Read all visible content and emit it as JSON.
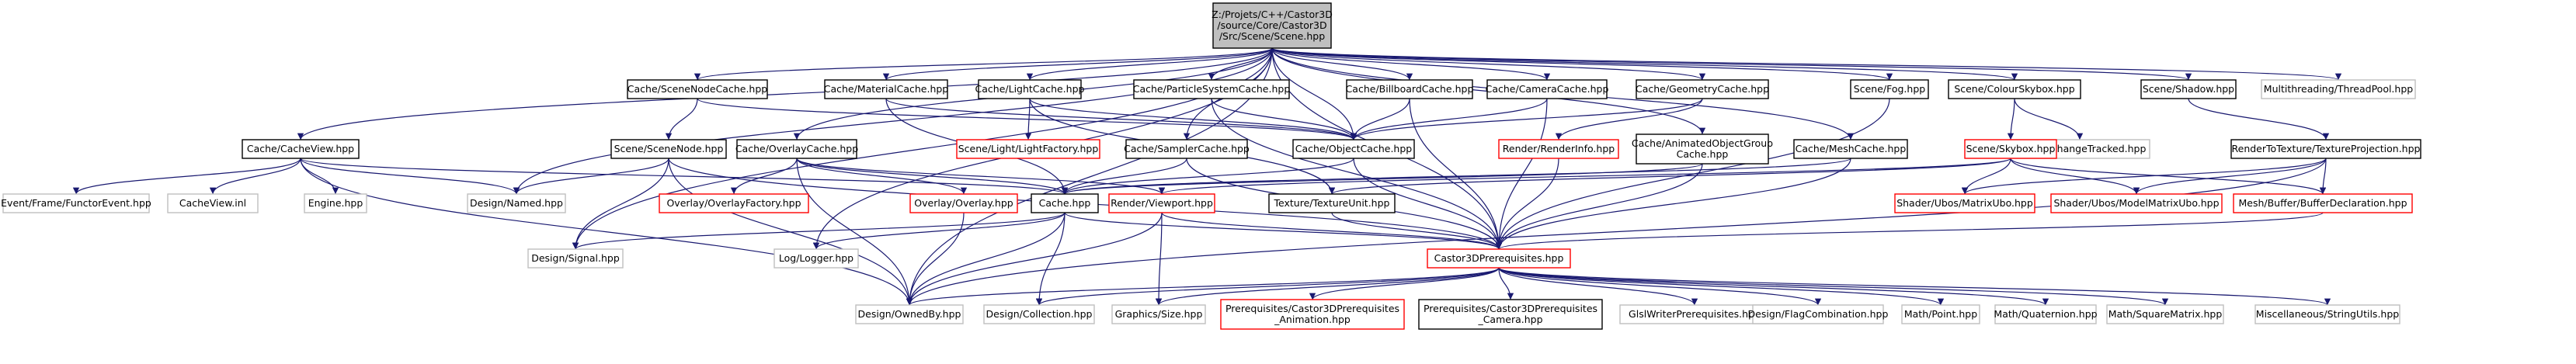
{
  "graph": {
    "nodes": [
      {
        "id": "root",
        "lines": [
          "Z:/Projets/C++/Castor3D",
          "/source/Core/Castor3D",
          "/Src/Scene/Scene.hpp"
        ],
        "style": "root"
      },
      {
        "id": "scenenodecache",
        "lines": [
          "Cache/SceneNodeCache.hpp"
        ],
        "style": "doc"
      },
      {
        "id": "materialcache",
        "lines": [
          "Cache/MaterialCache.hpp"
        ],
        "style": "doc"
      },
      {
        "id": "lightcache",
        "lines": [
          "Cache/LightCache.hpp"
        ],
        "style": "doc"
      },
      {
        "id": "particlecache",
        "lines": [
          "Cache/ParticleSystemCache.hpp"
        ],
        "style": "doc"
      },
      {
        "id": "billboardcache",
        "lines": [
          "Cache/BillboardCache.hpp"
        ],
        "style": "doc"
      },
      {
        "id": "cameracache",
        "lines": [
          "Cache/CameraCache.hpp"
        ],
        "style": "doc"
      },
      {
        "id": "geometrycache",
        "lines": [
          "Cache/GeometryCache.hpp"
        ],
        "style": "doc"
      },
      {
        "id": "fog",
        "lines": [
          "Scene/Fog.hpp"
        ],
        "style": "doc"
      },
      {
        "id": "colourskybox",
        "lines": [
          "Scene/ColourSkybox.hpp"
        ],
        "style": "doc"
      },
      {
        "id": "shadow",
        "lines": [
          "Scene/Shadow.hpp"
        ],
        "style": "doc"
      },
      {
        "id": "threadpool",
        "lines": [
          "Multithreading/ThreadPool.hpp"
        ],
        "style": "ext"
      },
      {
        "id": "cacheview",
        "lines": [
          "Cache/CacheView.hpp"
        ],
        "style": "doc"
      },
      {
        "id": "scenenode",
        "lines": [
          "Scene/SceneNode.hpp"
        ],
        "style": "doc"
      },
      {
        "id": "overlaycache",
        "lines": [
          "Cache/OverlayCache.hpp"
        ],
        "style": "doc"
      },
      {
        "id": "lightfactory",
        "lines": [
          "Scene/Light/LightFactory.hpp"
        ],
        "style": "missing"
      },
      {
        "id": "samplercache",
        "lines": [
          "Cache/SamplerCache.hpp"
        ],
        "style": "doc"
      },
      {
        "id": "objectcache",
        "lines": [
          "Cache/ObjectCache.hpp"
        ],
        "style": "doc"
      },
      {
        "id": "renderinfo",
        "lines": [
          "Render/RenderInfo.hpp"
        ],
        "style": "missing"
      },
      {
        "id": "animobjgroup",
        "lines": [
          "Cache/AnimatedObjectGroup",
          "Cache.hpp"
        ],
        "style": "doc"
      },
      {
        "id": "meshcache",
        "lines": [
          "Cache/MeshCache.hpp"
        ],
        "style": "doc"
      },
      {
        "id": "changetracked",
        "lines": [
          "Design/ChangeTracked.hpp"
        ],
        "style": "ext"
      },
      {
        "id": "skybox",
        "lines": [
          "Scene/Skybox.hpp"
        ],
        "style": "missing"
      },
      {
        "id": "rtt",
        "lines": [
          "RenderToTexture/TextureProjection.hpp"
        ],
        "style": "doc"
      },
      {
        "id": "functorevent",
        "lines": [
          "Event/Frame/FunctorEvent.hpp"
        ],
        "style": "ext"
      },
      {
        "id": "cacheviewinl",
        "lines": [
          "CacheView.inl"
        ],
        "style": "ext"
      },
      {
        "id": "engine",
        "lines": [
          "Engine.hpp"
        ],
        "style": "ext"
      },
      {
        "id": "named",
        "lines": [
          "Design/Named.hpp"
        ],
        "style": "ext"
      },
      {
        "id": "overlayfactory",
        "lines": [
          "Overlay/OverlayFactory.hpp"
        ],
        "style": "missing"
      },
      {
        "id": "overlay",
        "lines": [
          "Overlay/Overlay.hpp"
        ],
        "style": "missing"
      },
      {
        "id": "cache",
        "lines": [
          "Cache.hpp"
        ],
        "style": "doc"
      },
      {
        "id": "viewport",
        "lines": [
          "Render/Viewport.hpp"
        ],
        "style": "missing"
      },
      {
        "id": "textureunit",
        "lines": [
          "Texture/TextureUnit.hpp"
        ],
        "style": "doc"
      },
      {
        "id": "matrixubo",
        "lines": [
          "Shader/Ubos/MatrixUbo.hpp"
        ],
        "style": "missing"
      },
      {
        "id": "modelmatrixubo",
        "lines": [
          "Shader/Ubos/ModelMatrixUbo.hpp"
        ],
        "style": "missing"
      },
      {
        "id": "bufferdecl",
        "lines": [
          "Mesh/Buffer/BufferDeclaration.hpp"
        ],
        "style": "missing"
      },
      {
        "id": "signal",
        "lines": [
          "Design/Signal.hpp"
        ],
        "style": "ext"
      },
      {
        "id": "logger",
        "lines": [
          "Log/Logger.hpp"
        ],
        "style": "ext"
      },
      {
        "id": "prereq",
        "lines": [
          "Castor3DPrerequisites.hpp"
        ],
        "style": "missing"
      },
      {
        "id": "ownedby",
        "lines": [
          "Design/OwnedBy.hpp"
        ],
        "style": "ext"
      },
      {
        "id": "collection",
        "lines": [
          "Design/Collection.hpp"
        ],
        "style": "ext"
      },
      {
        "id": "size",
        "lines": [
          "Graphics/Size.hpp"
        ],
        "style": "ext"
      },
      {
        "id": "prereqanim",
        "lines": [
          "Prerequisites/Castor3DPrerequisites",
          "_Animation.hpp"
        ],
        "style": "missing"
      },
      {
        "id": "prereqcam",
        "lines": [
          "Prerequisites/Castor3DPrerequisites",
          "_Camera.hpp"
        ],
        "style": "doc"
      },
      {
        "id": "glslwriter",
        "lines": [
          "GlslWriterPrerequisites.hpp"
        ],
        "style": "ext"
      },
      {
        "id": "flagcombo",
        "lines": [
          "Design/FlagCombination.hpp"
        ],
        "style": "ext"
      },
      {
        "id": "point",
        "lines": [
          "Math/Point.hpp"
        ],
        "style": "ext"
      },
      {
        "id": "quaternion",
        "lines": [
          "Math/Quaternion.hpp"
        ],
        "style": "ext"
      },
      {
        "id": "squarematrix",
        "lines": [
          "Math/SquareMatrix.hpp"
        ],
        "style": "ext"
      },
      {
        "id": "stringutils",
        "lines": [
          "Miscellaneous/StringUtils.hpp"
        ],
        "style": "ext"
      }
    ],
    "edges": [
      [
        "root",
        "scenenodecache"
      ],
      [
        "root",
        "materialcache"
      ],
      [
        "root",
        "lightcache"
      ],
      [
        "root",
        "particlecache"
      ],
      [
        "root",
        "billboardcache"
      ],
      [
        "root",
        "cameracache"
      ],
      [
        "root",
        "geometrycache"
      ],
      [
        "root",
        "fog"
      ],
      [
        "root",
        "colourskybox"
      ],
      [
        "root",
        "shadow"
      ],
      [
        "root",
        "threadpool"
      ],
      [
        "root",
        "cacheview"
      ],
      [
        "root",
        "overlaycache"
      ],
      [
        "root",
        "samplercache"
      ],
      [
        "root",
        "objectcache"
      ],
      [
        "root",
        "animobjgroup"
      ],
      [
        "root",
        "meshcache"
      ],
      [
        "root",
        "named"
      ],
      [
        "root",
        "signal"
      ],
      [
        "root",
        "logger"
      ],
      [
        "root",
        "ownedby"
      ],
      [
        "root",
        "prereq"
      ],
      [
        "scenenodecache",
        "scenenode"
      ],
      [
        "scenenodecache",
        "objectcache"
      ],
      [
        "materialcache",
        "cache"
      ],
      [
        "materialcache",
        "objectcache"
      ],
      [
        "lightcache",
        "lightfactory"
      ],
      [
        "lightcache",
        "objectcache"
      ],
      [
        "lightcache",
        "textureunit"
      ],
      [
        "particlecache",
        "objectcache"
      ],
      [
        "particlecache",
        "prereq"
      ],
      [
        "billboardcache",
        "objectcache"
      ],
      [
        "billboardcache",
        "prereq"
      ],
      [
        "cameracache",
        "objectcache"
      ],
      [
        "cameracache",
        "prereq"
      ],
      [
        "geometrycache",
        "objectcache"
      ],
      [
        "geometrycache",
        "renderinfo"
      ],
      [
        "fog",
        "prereq"
      ],
      [
        "colourskybox",
        "skybox"
      ],
      [
        "colourskybox",
        "changetracked"
      ],
      [
        "shadow",
        "rtt"
      ],
      [
        "cacheview",
        "functorevent"
      ],
      [
        "cacheview",
        "cacheviewinl"
      ],
      [
        "cacheview",
        "engine"
      ],
      [
        "cacheview",
        "named"
      ],
      [
        "cacheview",
        "cache"
      ],
      [
        "cacheview",
        "ownedby"
      ],
      [
        "scenenode",
        "named"
      ],
      [
        "scenenode",
        "signal"
      ],
      [
        "scenenode",
        "ownedby"
      ],
      [
        "scenenode",
        "prereq"
      ],
      [
        "overlaycache",
        "overlayfactory"
      ],
      [
        "overlaycache",
        "overlay"
      ],
      [
        "overlaycache",
        "cache"
      ],
      [
        "overlaycache",
        "viewport"
      ],
      [
        "overlaycache",
        "ownedby"
      ],
      [
        "samplercache",
        "cache"
      ],
      [
        "samplercache",
        "prereq"
      ],
      [
        "objectcache",
        "cache"
      ],
      [
        "objectcache",
        "prereq"
      ],
      [
        "renderinfo",
        "prereq"
      ],
      [
        "animobjgroup",
        "cache"
      ],
      [
        "animobjgroup",
        "prereq"
      ],
      [
        "meshcache",
        "cache"
      ],
      [
        "meshcache",
        "prereq"
      ],
      [
        "skybox",
        "matrixubo"
      ],
      [
        "skybox",
        "modelmatrixubo"
      ],
      [
        "skybox",
        "bufferdecl"
      ],
      [
        "skybox",
        "viewport"
      ],
      [
        "skybox",
        "textureunit"
      ],
      [
        "rtt",
        "matrixubo"
      ],
      [
        "rtt",
        "modelmatrixubo"
      ],
      [
        "rtt",
        "bufferdecl"
      ],
      [
        "rtt",
        "ownedby"
      ],
      [
        "overlay",
        "ownedby"
      ],
      [
        "cache",
        "signal"
      ],
      [
        "cache",
        "logger"
      ],
      [
        "cache",
        "ownedby"
      ],
      [
        "cache",
        "collection"
      ],
      [
        "cache",
        "prereq"
      ],
      [
        "viewport",
        "size"
      ],
      [
        "viewport",
        "prereq"
      ],
      [
        "viewport",
        "ownedby"
      ],
      [
        "textureunit",
        "prereq"
      ],
      [
        "bufferdecl",
        "prereq"
      ],
      [
        "prereq",
        "ownedby"
      ],
      [
        "prereq",
        "collection"
      ],
      [
        "prereq",
        "size"
      ],
      [
        "prereq",
        "prereqanim"
      ],
      [
        "prereq",
        "prereqcam"
      ],
      [
        "prereq",
        "glslwriter"
      ],
      [
        "prereq",
        "flagcombo"
      ],
      [
        "prereq",
        "point"
      ],
      [
        "prereq",
        "quaternion"
      ],
      [
        "prereq",
        "squarematrix"
      ],
      [
        "prereq",
        "stringutils"
      ]
    ],
    "colors": {
      "edge": "#191970",
      "doc_border": "#000000",
      "ext_border": "#bfbfbf",
      "missing_border": "#ff0000",
      "root_fill": "#bfbfbf",
      "text": "#000000"
    }
  }
}
